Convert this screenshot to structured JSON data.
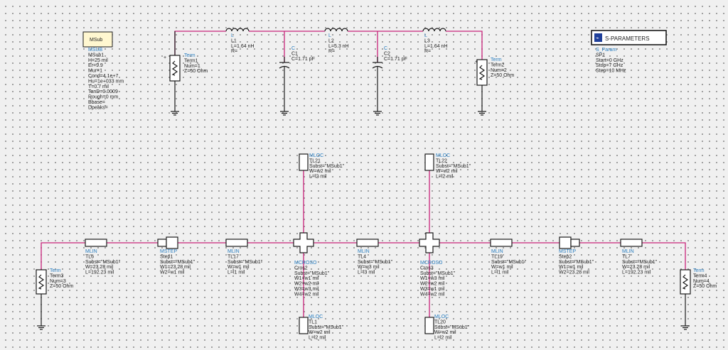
{
  "msub": {
    "box_label": "MSub",
    "title": "MSUB",
    "lines": [
      "MSub1",
      "H=25 mil",
      "Er=9.9",
      "Mur=1",
      "Cond=4.1e+7",
      "Hu=1e+033 mm",
      "T=0.7 mil",
      "TanD=0.0009",
      "Rough=0 mm",
      "Bbase=",
      "Dpeaks="
    ]
  },
  "sparam": {
    "box_label": "S-PARAMETERS",
    "title": "S_Param",
    "lines": [
      "SP1",
      "Start=0 GHz",
      "Stop=7 GHz",
      "Step=10 MHz"
    ]
  },
  "top": {
    "term1": {
      "title": "Term",
      "lines": [
        "Term1",
        "Num=1",
        "Z=50 Ohm"
      ]
    },
    "term2": {
      "title": "Term",
      "lines": [
        "Term2",
        "Num=2",
        "Z=50 Ohm"
      ]
    },
    "l1": {
      "title": "L",
      "lines": [
        "L1",
        "L=1.64 nH",
        "R="
      ]
    },
    "l2": {
      "title": "L",
      "lines": [
        "L2",
        "L=5.3 nH",
        "R="
      ]
    },
    "l3": {
      "title": "L",
      "lines": [
        "L3",
        "L=1.64 nH",
        "R="
      ]
    },
    "c1": {
      "title": "C",
      "lines": [
        "C1",
        "C=1.71 pF"
      ]
    },
    "c2": {
      "title": "C",
      "lines": [
        "C2",
        "C=1.71 pF"
      ]
    }
  },
  "bottom": {
    "term3": {
      "title": "Term",
      "lines": [
        "Term3",
        "Num=3",
        "Z=50 Ohm"
      ]
    },
    "term4": {
      "title": "Term",
      "lines": [
        "Term4",
        "Num=4",
        "Z=50 Ohm"
      ]
    },
    "tl6": {
      "title": "MLIN",
      "lines": [
        "TL6",
        "Subst=\"MSub1\"",
        "W=23.28 mil",
        "L=192.23 mil"
      ]
    },
    "step1": {
      "title": "MSTEP",
      "lines": [
        "Step1",
        "Subst=\"MSub1\"",
        "W1=23.28 mil",
        "W2=w1 mil"
      ]
    },
    "tl17": {
      "title": "MLIN",
      "lines": [
        "TL17",
        "Subst=\"MSub1\"",
        "W=w1 mil",
        "L=l1 mil"
      ]
    },
    "cros2": {
      "title": "MCROSO",
      "lines": [
        "Cros2",
        "Subst=\"MSub1\"",
        "W1=w1 mil",
        "W2=w2 mil",
        "W3=w3 mil",
        "W4=w2 mil"
      ]
    },
    "tl4": {
      "title": "MLIN",
      "lines": [
        "TL4",
        "Subst=\"MSub1\"",
        "W=w3 mil",
        "L=l3 mil"
      ]
    },
    "cros3": {
      "title": "MCROSO",
      "lines": [
        "Cros3",
        "Subst=\"MSub1\"",
        "W1=w3 mil",
        "W2=w2 mil",
        "W3=w1 mil",
        "W4=w2 mil"
      ]
    },
    "tl19": {
      "title": "MLIN",
      "lines": [
        "TL19",
        "Subst=\"MSub1\"",
        "W=w1 mil",
        "L=l1 mil"
      ]
    },
    "step2": {
      "title": "MSTEP",
      "lines": [
        "Step2",
        "Subst=\"MSub1\"",
        "W1=w1 mil",
        "W2=23.28 mil"
      ]
    },
    "tl7": {
      "title": "MLIN",
      "lines": [
        "TL7",
        "Subst=\"MSub1\"",
        "W=23.28 mil",
        "L=192.23 mil"
      ]
    },
    "tl21": {
      "title": "MLOC",
      "lines": [
        "TL21",
        "Subst=\"MSub1\"",
        "W=w2 mil",
        "L=l2 mil"
      ]
    },
    "tl22": {
      "title": "MLOC",
      "lines": [
        "TL22",
        "Subst=\"MSub1\"",
        "W=w2 mil",
        "L=l2 mil"
      ]
    },
    "tl1": {
      "title": "MLOC",
      "lines": [
        "TL1",
        "Subst=\"MSub1\"",
        "W=w2 mil",
        "L=l2 mil"
      ]
    },
    "tl20": {
      "title": "MLOC",
      "lines": [
        "TL20",
        "Subst=\"MSub1\"",
        "W=w2 mil",
        "L=l2 mil"
      ]
    }
  },
  "colors": {
    "wire": "#c8237a",
    "label": "#2a7ec0",
    "text": "#1c1c1c"
  }
}
